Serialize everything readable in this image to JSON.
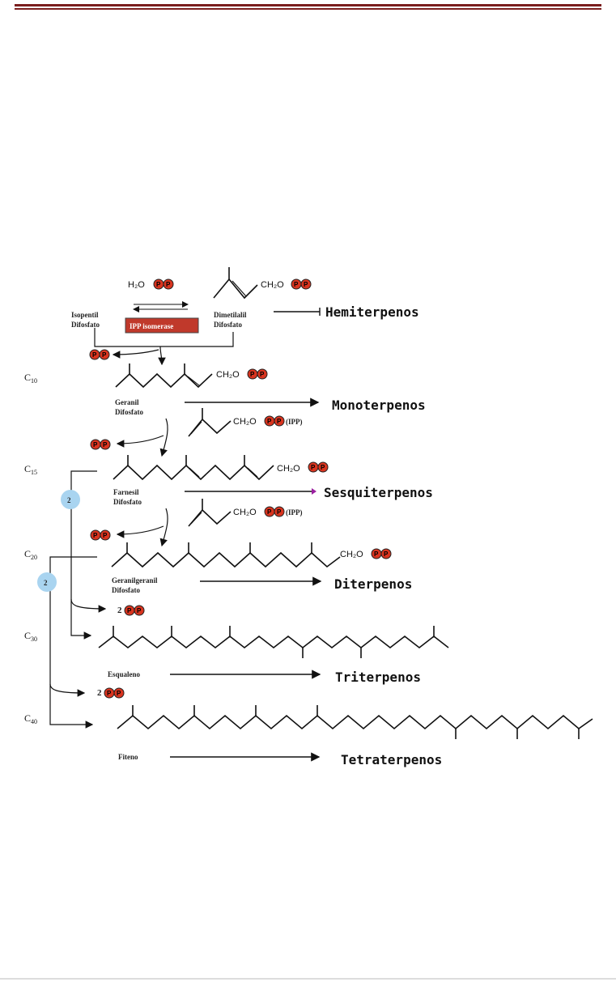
{
  "colors": {
    "header_line": "#7b1f1f",
    "pp_fill": "#d9341f",
    "enzyme_box": "#c0392b",
    "circle_fill": "#a9d4f0",
    "class_marker": "#9b1fa0"
  },
  "compounds": {
    "h2o": "H₂O",
    "ch2o": "CH₂O",
    "ipp_tag": "(IPP)",
    "pp_glyph": "P"
  },
  "labels": {
    "isopentil": [
      "Isopentil",
      "Difosfato"
    ],
    "dimetilalil": [
      "Dimetilalil",
      "Difosfato"
    ],
    "enzyme": "IPP isomerase",
    "geranil": [
      "Geranil",
      "Difosfato"
    ],
    "farnesil": [
      "Farnesil",
      "Difosfato"
    ],
    "geranilgeranil": [
      "Geranilgeranil",
      "Difosfato"
    ],
    "esqualeno": "Esqualeno",
    "fiteno": "Fiteno"
  },
  "carbon_labels": {
    "c10": {
      "base": "C",
      "sub": "10"
    },
    "c15": {
      "base": "C",
      "sub": "15"
    },
    "c20": {
      "base": "C",
      "sub": "20"
    },
    "c30": {
      "base": "C",
      "sub": "30"
    },
    "c40": {
      "base": "C",
      "sub": "40"
    }
  },
  "classes": {
    "hemi": "Hemiterpenos",
    "mono": "Monoterpenos",
    "sesqui": "Sesquiterpenos",
    "di": "Diterpenos",
    "tri": "Triterpenos",
    "tetra": "Tetraterpenos"
  },
  "dimer_count": "2",
  "ppi_count": "2"
}
